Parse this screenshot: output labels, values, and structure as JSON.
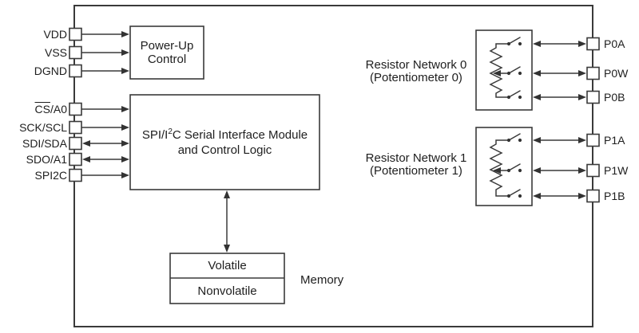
{
  "left_pins": [
    {
      "over": "",
      "text": "VDD"
    },
    {
      "over": "",
      "text": "VSS"
    },
    {
      "over": "",
      "text": "DGND"
    },
    {
      "over": "CS",
      "text": "/A0"
    },
    {
      "over": "",
      "text": "SCK/SCL"
    },
    {
      "over": "",
      "text": "SDI/SDA"
    },
    {
      "over": "",
      "text": "SDO/A1"
    },
    {
      "over": "",
      "text": "SPI2C"
    }
  ],
  "right_pins": [
    "P0A",
    "P0W",
    "P0B",
    "P1A",
    "P1W",
    "P1B"
  ],
  "blocks": {
    "power_up": {
      "line1": "Power-Up",
      "line2": "Control"
    },
    "serial_interface": {
      "line1_pre": "SPI/I",
      "line1_sup": "2",
      "line1_post": "C Serial Interface Module",
      "line2": "and Control Logic"
    },
    "memory": {
      "rows": [
        "Volatile",
        "Nonvolatile"
      ],
      "label": "Memory"
    },
    "network0": {
      "line1": "Resistor Network 0",
      "line2": "(Potentiometer 0)"
    },
    "network1": {
      "line1": "Resistor Network 1",
      "line2": "(Potentiometer 1)"
    }
  },
  "colors": {
    "line": "#3a3a3a",
    "text": "#1e1e1e",
    "background": "#ffffff"
  }
}
